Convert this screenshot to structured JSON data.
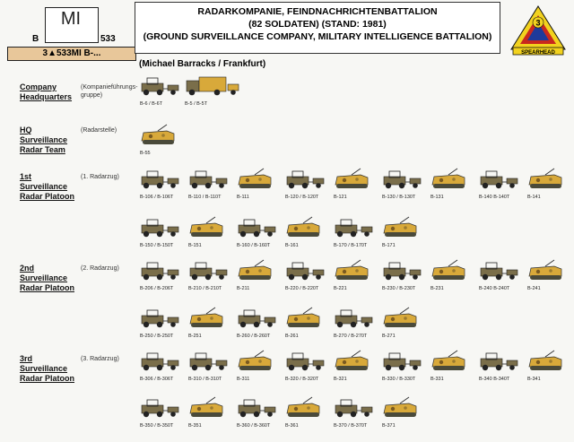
{
  "symbol": {
    "letters": "MI",
    "left": "B",
    "right": "533"
  },
  "unit_bar": "3▲533MI  B-...",
  "title": {
    "line1": "RADARKOMPANIE, FEINDNACHRICHTENBATTALION",
    "line2": "(82 SOLDATEN) (STAND: 1981)",
    "line3": "(GROUND SURVEILLANCE COMPANY, MILITARY INTELLIGENCE BATTALION)"
  },
  "location": "(Michael Barracks / Frankfurt)",
  "patch": {
    "number": "3",
    "text": "SPEARHEAD",
    "colors": {
      "yellow": "#f2d21e",
      "red": "#c8281e",
      "blue": "#1e3a9a"
    }
  },
  "colors": {
    "jeep": "#7a6e4a",
    "apc": "#d8a93a",
    "bar": "#e8c79a"
  },
  "sections": [
    {
      "name": "Company Headquarters",
      "german": "(Kompanieführungs-gruppe)",
      "rows": [
        [
          {
            "type": "jeep",
            "label": "B-6 / B-6T"
          },
          {
            "type": "truck",
            "label": "B-5 / B-5T"
          }
        ]
      ]
    },
    {
      "name": "HQ Surveillance Radar Team",
      "german": "(Radarstelle)",
      "rows": [
        [
          {
            "type": "apc",
            "label": "B-55"
          }
        ]
      ]
    },
    {
      "name": "1st Surveillance Radar Platoon",
      "german": "(1. Radarzug)",
      "rows": [
        [
          {
            "type": "jeep",
            "label": "B-106 / B-106T"
          },
          {
            "type": "jeep",
            "label": "B-110 / B-110T"
          },
          {
            "type": "apc",
            "label": "B-111"
          },
          {
            "type": "jeep",
            "label": "B-120 / B-120T"
          },
          {
            "type": "apc",
            "label": "B-121"
          },
          {
            "type": "jeep",
            "label": "B-130 / B-130T"
          },
          {
            "type": "apc",
            "label": "B-131"
          },
          {
            "type": "jeep",
            "label": "B-140  B-140T"
          },
          {
            "type": "apc",
            "label": "B-141"
          }
        ],
        [
          {
            "type": "jeep",
            "label": "B-150 / B-150T"
          },
          {
            "type": "apc",
            "label": "B-151"
          },
          {
            "type": "jeep",
            "label": "B-160 / B-160T"
          },
          {
            "type": "apc",
            "label": "B-161"
          },
          {
            "type": "jeep",
            "label": "B-170 / B-170T"
          },
          {
            "type": "apc",
            "label": "B-171"
          }
        ]
      ]
    },
    {
      "name": "2nd Surveillance Radar Platoon",
      "german": "(2. Radarzug)",
      "rows": [
        [
          {
            "type": "jeep",
            "label": "B-206 / B-206T"
          },
          {
            "type": "jeep",
            "label": "B-210 / B-210T"
          },
          {
            "type": "apc",
            "label": "B-211"
          },
          {
            "type": "jeep",
            "label": "B-220 / B-220T"
          },
          {
            "type": "apc",
            "label": "B-221"
          },
          {
            "type": "jeep",
            "label": "B-230 / B-230T"
          },
          {
            "type": "apc",
            "label": "B-231"
          },
          {
            "type": "jeep",
            "label": "B-240  B-240T"
          },
          {
            "type": "apc",
            "label": "B-241"
          }
        ],
        [
          {
            "type": "jeep",
            "label": "B-250 / B-250T"
          },
          {
            "type": "apc",
            "label": "B-251"
          },
          {
            "type": "jeep",
            "label": "B-260 / B-260T"
          },
          {
            "type": "apc",
            "label": "B-261"
          },
          {
            "type": "jeep",
            "label": "B-270 / B-270T"
          },
          {
            "type": "apc",
            "label": "B-271"
          }
        ]
      ]
    },
    {
      "name": "3rd Surveillance Radar Platoon",
      "german": "(3. Radarzug)",
      "rows": [
        [
          {
            "type": "jeep",
            "label": "B-306 / B-306T"
          },
          {
            "type": "jeep",
            "label": "B-310 / B-310T"
          },
          {
            "type": "apc",
            "label": "B-311"
          },
          {
            "type": "jeep",
            "label": "B-320 / B-320T"
          },
          {
            "type": "apc",
            "label": "B-321"
          },
          {
            "type": "jeep",
            "label": "B-330 / B-330T"
          },
          {
            "type": "apc",
            "label": "B-331"
          },
          {
            "type": "jeep",
            "label": "B-340  B-340T"
          },
          {
            "type": "apc",
            "label": "B-341"
          }
        ],
        [
          {
            "type": "jeep",
            "label": "B-350 / B-350T"
          },
          {
            "type": "apc",
            "label": "B-351"
          },
          {
            "type": "jeep",
            "label": "B-360 / B-360T"
          },
          {
            "type": "apc",
            "label": "B-361"
          },
          {
            "type": "jeep",
            "label": "B-370 / B-370T"
          },
          {
            "type": "apc",
            "label": "B-371"
          }
        ]
      ]
    }
  ]
}
